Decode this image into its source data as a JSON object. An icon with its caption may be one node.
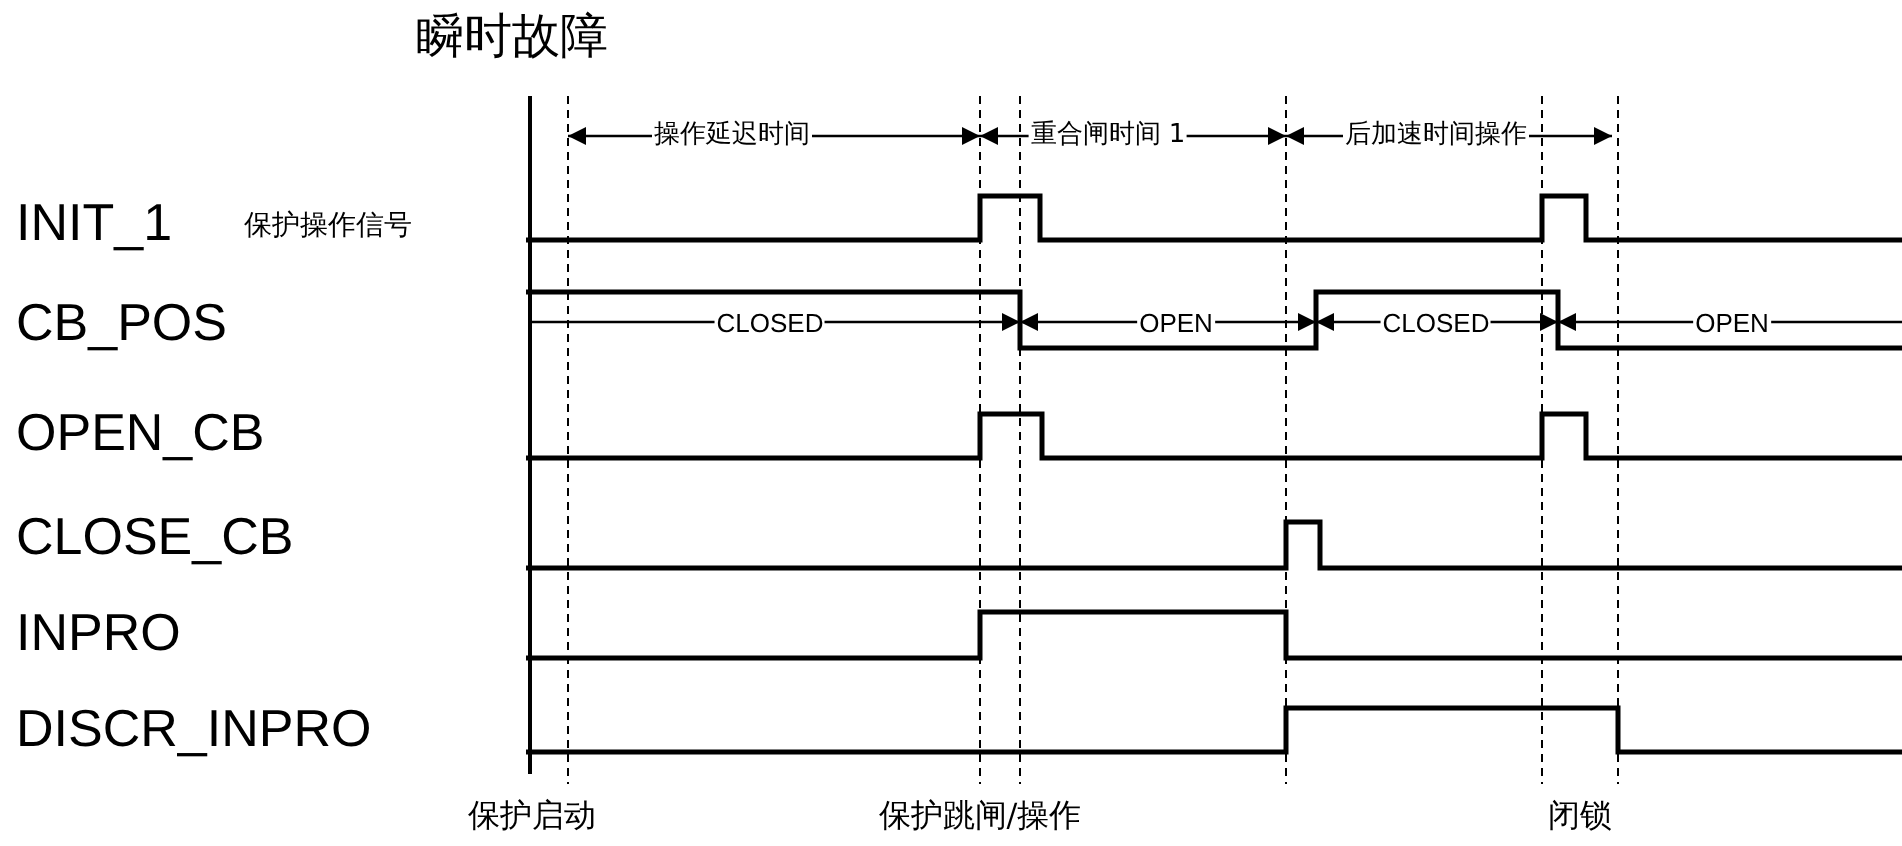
{
  "diagram": {
    "title": "瞬时故障",
    "labels": [
      "操作延迟时间",
      "重合闸时间 1",
      "后加速时间操作",
      "INIT_1",
      "保护操作信号",
      "CB_POS",
      "CLOSED",
      "OPEN",
      "CLOSED",
      "OPEN",
      "OPEN_CB",
      "CLOSE_CB",
      "INPRO",
      "DISCR_INPRO",
      "保护启动",
      "保护跳闸/操作",
      "闭锁"
    ]
  }
}
